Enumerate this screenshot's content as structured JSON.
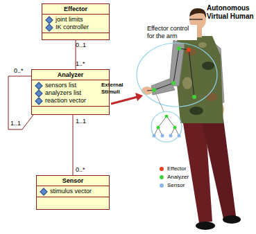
{
  "diagram": {
    "nodes": [
      {
        "text": [
          "Effector",
          "joint limits",
          "IK controller"
        ]
      },
      {
        "text": [
          "Analyzer",
          "sensors list",
          "analyzers list",
          "reaction vector"
        ]
      },
      {
        "text": [
          "Sensor",
          "stimulus vector"
        ]
      }
    ],
    "edges": [
      {
        "from": 0,
        "to": 1,
        "arrow": "none"
      },
      {
        "from": 1,
        "to": 1,
        "arrow": "none"
      },
      {
        "from": 1,
        "to": 2,
        "arrow": "none"
      }
    ],
    "labels": [
      "0..1",
      "1..*",
      "0..*",
      "1..1",
      "1..1",
      "0..*",
      "Effector control for the arm",
      "External Stimuli",
      "Autonomous Virtual Human"
    ],
    "legend": [
      {
        "text": "Effector",
        "color": "#e8401c"
      },
      {
        "text": "Analyzer",
        "color": "#3fd23a"
      },
      {
        "text": "Sensor",
        "color": "#8ab6e8"
      }
    ]
  }
}
